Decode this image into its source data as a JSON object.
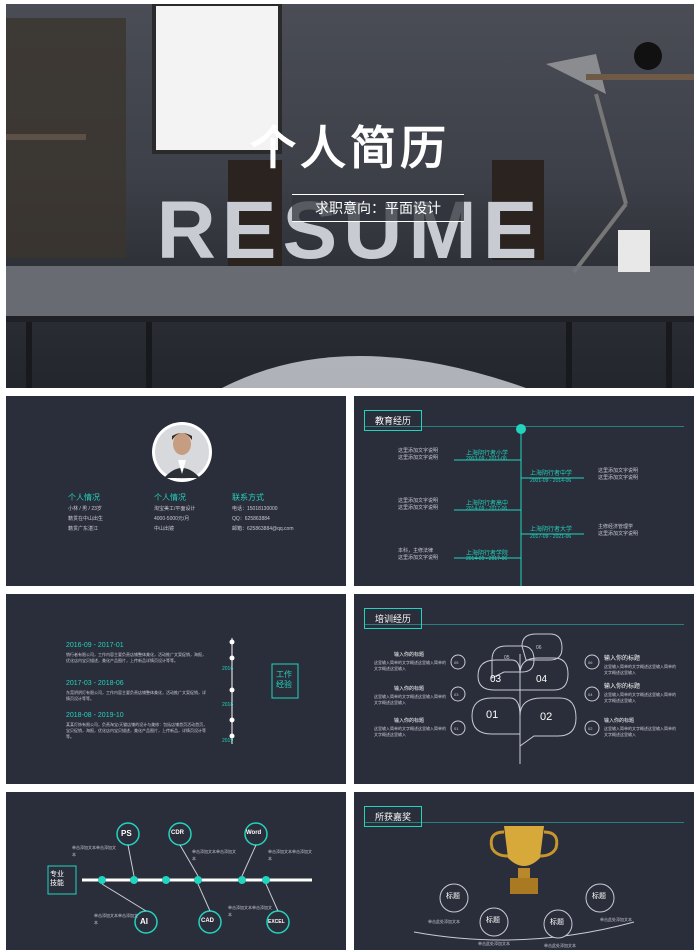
{
  "hero": {
    "title": "个人简历",
    "subtitle": "求职意向：平面设计",
    "bg_word": "RESUME"
  },
  "profile": {
    "cols": [
      {
        "heading": "个人情况",
        "lines": [
          "小林 / 男 / 23岁",
          "籍贯在中山出生",
          "籍贯广东湛江"
        ]
      },
      {
        "heading": "个人情况",
        "lines": [
          "淘宝美工/平面设计",
          "4000-5000元/月",
          "中山出镜"
        ]
      },
      {
        "heading": "联系方式",
        "lines": [
          "电话：15018130000",
          "QQ：625863884",
          "邮箱：625863884@qq.com"
        ]
      }
    ]
  },
  "education": {
    "title": "教育经历",
    "items": [
      {
        "school": "上海阴行者小学",
        "date": "2003-09 - 2011-06",
        "desc": "这里添加文字说明\n这里添加文字说明"
      },
      {
        "school": "上海阴行者中学",
        "date": "2001-09 - 2014-06",
        "desc": "这里添加文字说明\n这里添加文字说明"
      },
      {
        "school": "上海阴行者高中",
        "date": "2014-09 - 2017-06",
        "desc": "这里添加文字说明\n这里添加文字说明"
      },
      {
        "school": "上海阴行者大学",
        "date": "2017-09 - 2021-06",
        "desc": "主修经济管理学\n这里添加文字说明"
      },
      {
        "school": "上海阴行者学院",
        "date": "2014-09 - 2017-06",
        "desc": "本科，主修法律\n这里添加文字说明"
      }
    ]
  },
  "work": {
    "heading": "工作\n经验",
    "items": [
      {
        "period": "2016-09 - 2017-01",
        "desc": "销行者有限公司，工作内容主要负责店铺整体美化，活动推广文案促销，海报，优化店内宝贝描述，美化产品图片，上传新品详情页设计等等。"
      },
      {
        "period": "2017-03 - 2018-06",
        "desc": "东莞阴阴灯有限公司，工作内容主要负责店铺整体美化，活动推广文案促销，详情页设计等等。"
      },
      {
        "period": "2018-08 - 2019-10",
        "desc": "某某灯饰有限公司，负责淘宝/天猫店铺的设计与美修：包括店铺首页活动首页，宝贝促销，海报，优化店内宝贝描述，美化产品图片，上传新品，详情页设计等等。"
      }
    ],
    "years": [
      "2016",
      "2018",
      "2019"
    ]
  },
  "training": {
    "title": "培训经历",
    "nums": [
      "01",
      "02",
      "03",
      "04",
      "05",
      "06"
    ],
    "items_left": [
      {
        "n": "05",
        "title": "输入你的标题",
        "desc": "这里输入简单的文字概述这里输入简单的文字概述这里输入"
      },
      {
        "n": "03",
        "title": "输入你的标题",
        "desc": "这里输入简单的文字概述这里输入简单的文字概述这里输入"
      },
      {
        "n": "01",
        "title": "输入你的标题",
        "desc": "这里输入简单的文字概述这里输入简单的文字概述这里输入"
      }
    ],
    "items_right": [
      {
        "n": "06",
        "title": "输入你的标题",
        "desc": "这里输入简单的文字概述这里输入简单的文字概述这里输入"
      },
      {
        "n": "04",
        "title": "输入你的标题",
        "desc": "这里输入简单的文字概述这里输入简单的文字概述这里输入"
      },
      {
        "n": "02",
        "title": "输入你的标题",
        "desc": "这里输入简单的文字概述这里输入简单的文字概述这里输入"
      }
    ]
  },
  "skills": {
    "heading": "专业\n技能",
    "top": [
      "PS",
      "CDR",
      "Word"
    ],
    "bottom": [
      "AI",
      "CAD",
      "EXCEL"
    ],
    "note": "单击添加文本单击添加文本"
  },
  "awards": {
    "title": "所获嘉奖",
    "badges": [
      "标题",
      "标题",
      "标题",
      "标题"
    ],
    "note": "单击此处添加文本"
  },
  "colors": {
    "accent": "#23d3bd",
    "slide_bg": "#2a2d3a"
  }
}
